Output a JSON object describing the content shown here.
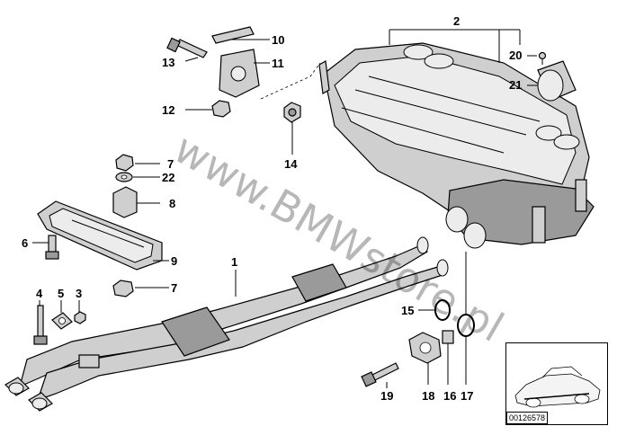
{
  "diagram": {
    "watermark": "www.BMWstore.pl",
    "document_id": "00126578",
    "callouts": {
      "c1": "1",
      "c2": "2",
      "c3": "3",
      "c4": "4",
      "c5": "5",
      "c6": "6",
      "c7a": "7",
      "c7b": "7",
      "c8": "8",
      "c9": "9",
      "c10": "10",
      "c11": "11",
      "c12": "12",
      "c13": "13",
      "c14": "14",
      "c15": "15",
      "c16": "16",
      "c17": "17",
      "c18": "18",
      "c19": "19",
      "c20": "20",
      "c21": "21",
      "c22": "22"
    }
  }
}
